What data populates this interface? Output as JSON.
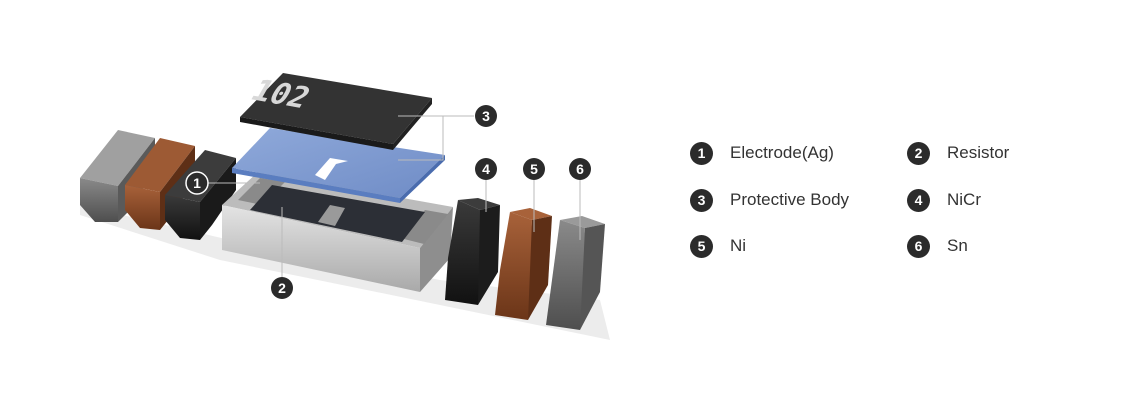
{
  "diagram": {
    "chip_marking": "102",
    "markers": [
      "1",
      "2",
      "3",
      "4",
      "5",
      "6"
    ]
  },
  "legend": [
    {
      "num": "1",
      "label": "Electrode(Ag)"
    },
    {
      "num": "2",
      "label": "Resistor"
    },
    {
      "num": "3",
      "label": "Protective Body"
    },
    {
      "num": "4",
      "label": "NiCr"
    },
    {
      "num": "5",
      "label": "Ni"
    },
    {
      "num": "6",
      "label": "Sn"
    }
  ],
  "colors": {
    "marker": "#2b2b2b",
    "protective_blue": "#7d9ad0",
    "copper": "#8a4a28",
    "tin": "#6f6f6f",
    "text": "#333333"
  }
}
